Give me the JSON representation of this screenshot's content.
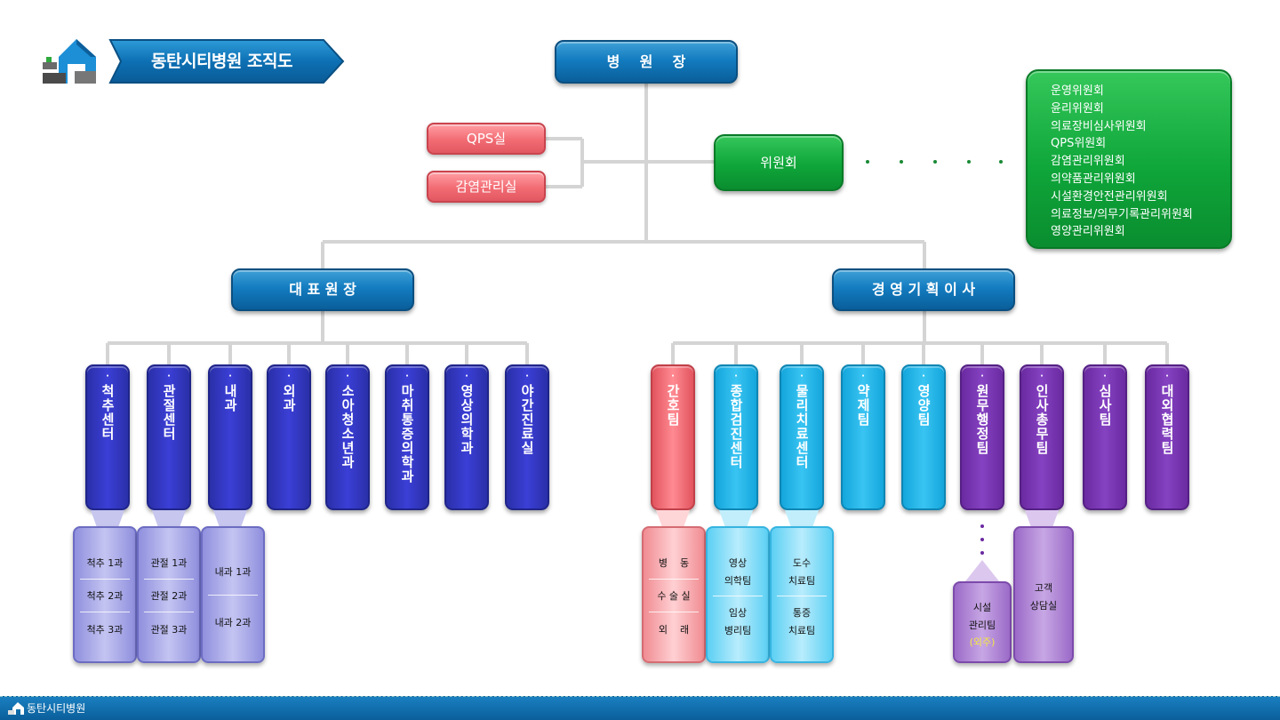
{
  "title": "동탄시티병원 조직도",
  "top": "병    원    장",
  "left_units": [
    "QPS실",
    "감염관리실"
  ],
  "committee": {
    "label": "위원회",
    "list": [
      "운영위원회",
      "윤리위원회",
      "의료장비심사위원회",
      "QPS위원회",
      "감염관리위원회",
      "의약품관리위원회",
      "시설환경안전관리위원회",
      "의료정보/의무기록관리위원회",
      "영양관리위원회"
    ]
  },
  "branches": {
    "left": "대 표 원 장",
    "right": "경 영 기 획 이 사"
  },
  "bullet": "·",
  "departments_left": [
    "척추센터",
    "관절센터",
    "내과",
    "외과",
    "소아청소년과",
    "마취통증의학과",
    "영상의학과",
    "야간진료실"
  ],
  "departments_right": [
    "간호팀",
    "종합검진센터",
    "물리치료센터",
    "약제팀",
    "영양팀",
    "원무행정팀",
    "인사총무팀",
    "심사팀",
    "대외협력팀"
  ],
  "subunits": {
    "spine": [
      "척추 1과",
      "척추 2과",
      "척추 3과"
    ],
    "joint": [
      "관절 1과",
      "관절 2과",
      "관절 3과"
    ],
    "internal": [
      "내과 1과",
      "내과 2과"
    ],
    "nursing": [
      "병    동",
      "수 술 실",
      "외    래"
    ],
    "checkup": [
      "영상",
      "의학팀",
      "임상",
      "병리팀"
    ],
    "physio": [
      "도수",
      "치료팀",
      "통증",
      "치료팀"
    ],
    "facility": [
      "시설",
      "관리팀",
      "(외주)"
    ],
    "counsel": [
      "고객",
      "상담실"
    ]
  },
  "footer": "동탄시티병원",
  "icons": {
    "logo": "hospital-logo-icon"
  }
}
